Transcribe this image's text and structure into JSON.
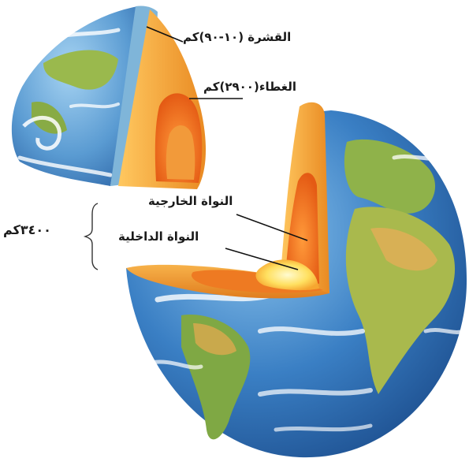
{
  "labels": {
    "crust": "القشرة (١٠-٩٠)كم",
    "mantle": "الغطاء(٢٩٠٠)كم",
    "outer_core": "النواة الخارجية",
    "inner_core": "النواة الداخلية",
    "core_radius": "٣٤٠٠كم"
  },
  "colors": {
    "ocean": "#3a7fc4",
    "land": "#8fb24a",
    "crust": "#7fb5d9",
    "mantle": "#f0a030",
    "outer_core": "#f07020",
    "inner_core": "#fff080"
  }
}
